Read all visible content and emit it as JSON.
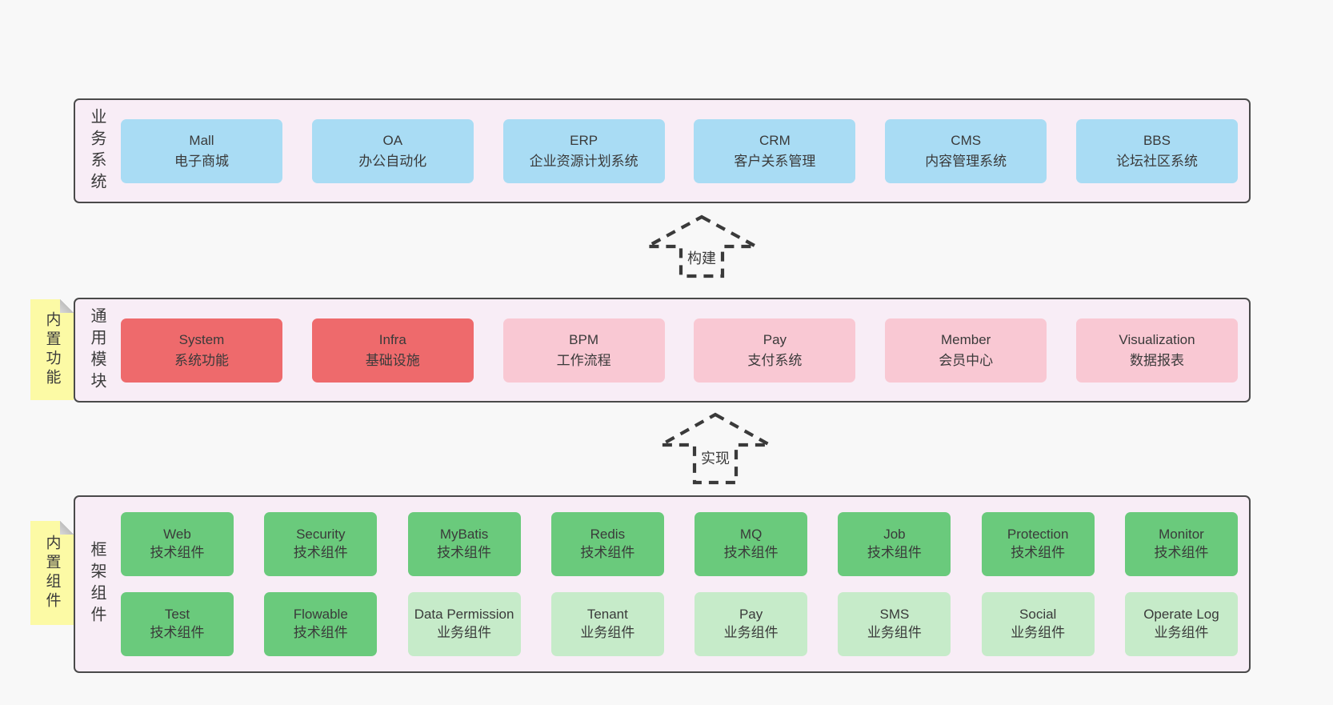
{
  "layers": {
    "business": {
      "label": "业务系统",
      "items": [
        {
          "title": "Mall",
          "subtitle": "电子商城"
        },
        {
          "title": "OA",
          "subtitle": "办公自动化"
        },
        {
          "title": "ERP",
          "subtitle": "企业资源计划系统"
        },
        {
          "title": "CRM",
          "subtitle": "客户关系管理"
        },
        {
          "title": "CMS",
          "subtitle": "内容管理系统"
        },
        {
          "title": "BBS",
          "subtitle": "论坛社区系统"
        }
      ]
    },
    "modules": {
      "label": "通用模块",
      "sticky": "内置功能",
      "items": [
        {
          "title": "System",
          "subtitle": "系统功能"
        },
        {
          "title": "Infra",
          "subtitle": "基础设施"
        },
        {
          "title": "BPM",
          "subtitle": "工作流程"
        },
        {
          "title": "Pay",
          "subtitle": "支付系统"
        },
        {
          "title": "Member",
          "subtitle": "会员中心"
        },
        {
          "title": "Visualization",
          "subtitle": "数据报表"
        }
      ]
    },
    "framework": {
      "label": "框架组件",
      "sticky": "内置组件",
      "row1": [
        {
          "title": "Web",
          "subtitle": "技术组件"
        },
        {
          "title": "Security",
          "subtitle": "技术组件"
        },
        {
          "title": "MyBatis",
          "subtitle": "技术组件"
        },
        {
          "title": "Redis",
          "subtitle": "技术组件"
        },
        {
          "title": "MQ",
          "subtitle": "技术组件"
        },
        {
          "title": "Job",
          "subtitle": "技术组件"
        },
        {
          "title": "Protection",
          "subtitle": "技术组件"
        },
        {
          "title": "Monitor",
          "subtitle": "技术组件"
        }
      ],
      "row2": [
        {
          "title": "Test",
          "subtitle": "技术组件"
        },
        {
          "title": "Flowable",
          "subtitle": "技术组件"
        },
        {
          "title": "Data Permission",
          "subtitle": "业务组件"
        },
        {
          "title": "Tenant",
          "subtitle": "业务组件"
        },
        {
          "title": "Pay",
          "subtitle": "业务组件"
        },
        {
          "title": "SMS",
          "subtitle": "业务组件"
        },
        {
          "title": "Social",
          "subtitle": "业务组件"
        },
        {
          "title": "Operate Log",
          "subtitle": "业务组件"
        }
      ]
    }
  },
  "arrows": [
    {
      "label": "构建"
    },
    {
      "label": "实现"
    }
  ],
  "colors": {
    "page_background": "#f8f8f8",
    "panel_background": "#f8edf6",
    "panel_border": "#4a4a4a",
    "business_box": "#a9dcf4",
    "module_core_box": "#ee6a6c",
    "module_box": "#f9c8d3",
    "tech_component_box": "#6aca7c",
    "biz_component_box": "#c6ebc9",
    "sticky_note": "#fcfaa5",
    "text": "#3b3b3b"
  }
}
